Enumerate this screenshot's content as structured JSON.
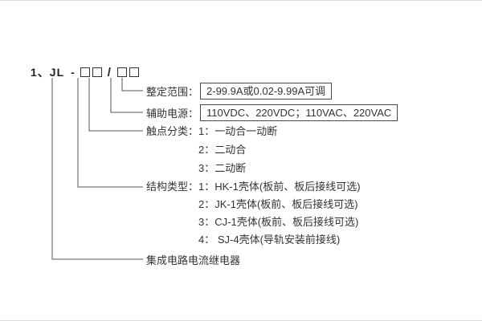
{
  "page": {
    "bg": "#ffffff",
    "line_color": "#555555",
    "text_color": "#333333"
  },
  "model": {
    "prefix": "1、JL",
    "dash": "-",
    "slash": "/"
  },
  "legend": {
    "setting_range": {
      "label": "整定范围：",
      "value": "2-99.9A或0.02-9.99A可调"
    },
    "aux_power": {
      "label": "辅助电源：",
      "value": "110VDC、220VDC；110VAC、220VAC"
    },
    "contact_type": {
      "label": "触点分类：",
      "items": [
        "1：一动合一动断",
        "2：二动合",
        "3：二动断"
      ]
    },
    "structure_type": {
      "label": "结构类型：",
      "items": [
        "1：HK-1壳体(板前、板后接线可选)",
        "2：JK-1壳体(板前、板后接线可选)",
        "3：CJ-1壳体(板前、板后接线可选)",
        "4： SJ-4壳体(导轨安装前接线)"
      ]
    },
    "product_name": "集成电路电流继电器"
  }
}
